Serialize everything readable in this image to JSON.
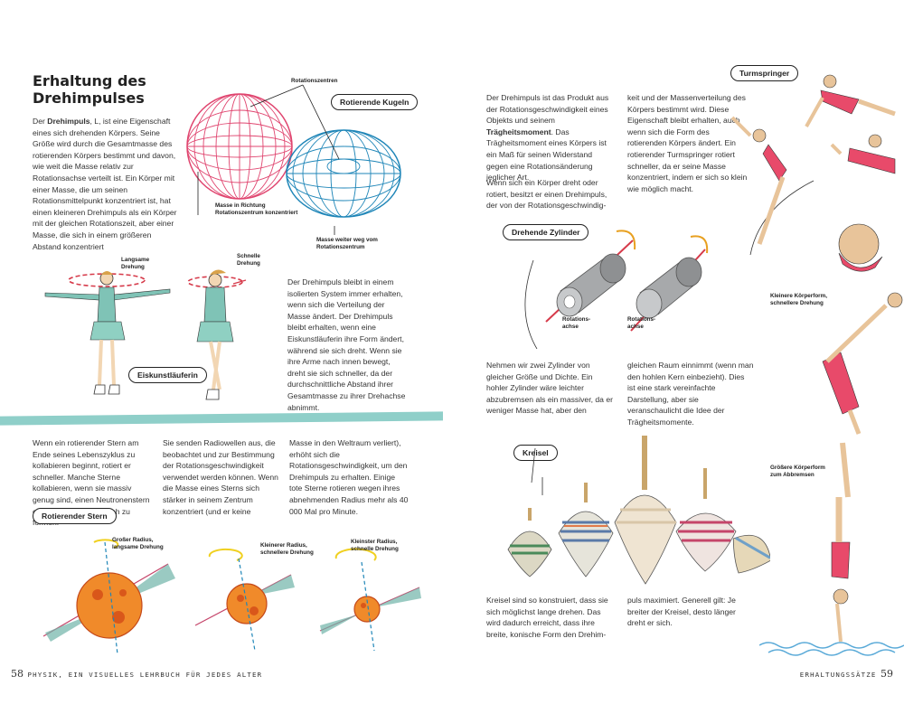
{
  "left": {
    "title_line1": "Erhaltung des",
    "title_line2": "Drehimpulses",
    "intro_pre": "Der ",
    "intro_bold": "Drehimpuls",
    "intro_post": ", L, ist eine Eigenschaft eines sich drehenden Körpers. Seine Größe wird durch die Gesamtmasse des rotierenden Körpers bestimmt und davon, wie weit die Masse relativ zur Rotationsachse verteilt ist. Ein Körper mit einer Masse, die um seinen Rotationsmittelpunkt konzentriert ist, hat einen kleineren Drehimpuls als ein Körper mit der gleichen Rotationszeit, aber einer Masse, die sich in einem größeren Abstand konzentriert",
    "spheres": {
      "tag": "Rotierende Kugeln",
      "centers_label": "Rotationszentren",
      "concentrated": "Masse in Richtung Rotationszentrum konzentriert",
      "far": "Masse weiter weg vom Rotationszentrum"
    },
    "skater": {
      "slow": "Langsame Drehung",
      "fast": "Schnelle Drehung",
      "tag": "Eiskunstläuferin",
      "text": "Der Drehimpuls bleibt in einem isolierten System immer erhalten, wenn sich die Verteilung der Masse ändert. Der Drehimpuls bleibt erhalten, wenn eine Eiskunstläuferin ihre Form ändert, während sie sich dreht. Wenn sie ihre Arme nach innen bewegt, dreht sie sich schneller, da der durchschnittliche Abstand ihrer Gesamtmasse zu ihrer Drehachse abnimmt."
    },
    "stars": {
      "col1": "Wenn ein rotierender Stern am Ende seines Lebenszyklus zu kollabieren beginnt, rotiert er schneller. Manche Sterne kollabieren, wenn sie massiv genug sind, einen Neutronenstern oder ein Schwarzes Loch zu formen.",
      "col2": "Sie senden Radiowellen aus, die beobachtet und zur Bestimmung der Rotationsgeschwindigkeit verwendet werden können. Wenn die Masse eines Sterns sich stärker in seinem Zentrum konzentriert (und er keine",
      "col3": "Masse in den Weltraum verliert), erhöht sich die Rotationsgeschwindigkeit, um den Drehimpuls zu erhalten. Einige tote Sterne rotieren wegen ihres abnehmenden Radius mehr als 40 000 Mal pro Minute.",
      "tag": "Rotierender Stern",
      "s1": "Großer Radius, langsame Drehung",
      "s2": "Kleinerer Radius, schnellere Drehung",
      "s3": "Kleinster Radius, schnelle Drehung"
    },
    "page_number": "58",
    "running_head": "PHYSIK, EIN VISUELLES LEHRBUCH FÜR JEDES ALTER"
  },
  "right": {
    "col1_pre": "Der Drehimpuls ist das Produkt aus der Rotationsgeschwindigkeit eines Objekts und seinem ",
    "col1_bold": "Trägheitsmoment",
    "col1_post": ". Das Trägheitsmoment eines Körpers ist ein Maß für seinen Widerstand gegen eine Rotationsänderung jeglicher Art.",
    "col1_p2": "Wenn sich ein Körper dreht oder rotiert, besitzt er einen Drehimpuls, der von der Rotationsgeschwindig-",
    "col2": "keit und der Massenverteilung des Körpers bestimmt wird. Diese Eigenschaft bleibt erhalten, auch wenn sich die Form des rotierenden Körpers ändert. Ein rotierender Turmspringer rotiert schneller, da er seine Masse konzentriert, indem er sich so klein wie möglich macht.",
    "diver": {
      "tag": "Turmspringer",
      "small": "Kleinere Körperform, schnellere Drehung",
      "big": "Größere Körperform zum Abbremsen"
    },
    "cylinders": {
      "tag": "Drehende Zylinder",
      "axis1": "Rotations-achse",
      "axis2": "Rotations-achse",
      "text1": "Nehmen wir zwei Zylinder von gleicher Größe und Dichte. Ein hohler Zylinder wäre leichter abzubremsen als ein massiver, da er weniger Masse hat, aber den",
      "text2": "gleichen Raum einnimmt (wenn man den hohlen Kern einbezieht). Dies ist eine stark vereinfachte Darstellung, aber sie veranschaulicht die Idee der Trägheitsmomente."
    },
    "tops": {
      "tag": "Kreisel",
      "text1": "Kreisel sind so konstruiert, dass sie sich möglichst lange drehen. Das wird dadurch erreicht, dass ihre breite, konische Form den Drehim-",
      "text2": "puls maximiert. Generell gilt: Je breiter der Kreisel, desto länger dreht er sich."
    },
    "page_number": "59",
    "running_head": "ERHALTUNGSSÄTZE"
  },
  "colors": {
    "pink": "#e0456f",
    "blue": "#1f86b8",
    "teal_stripe": "#8fcfc9",
    "skater_dress": "#7fc3b6",
    "diver_suit": "#e84a6a",
    "arrow_red": "#d63a4a",
    "arrow_yellow": "#f0d020"
  }
}
